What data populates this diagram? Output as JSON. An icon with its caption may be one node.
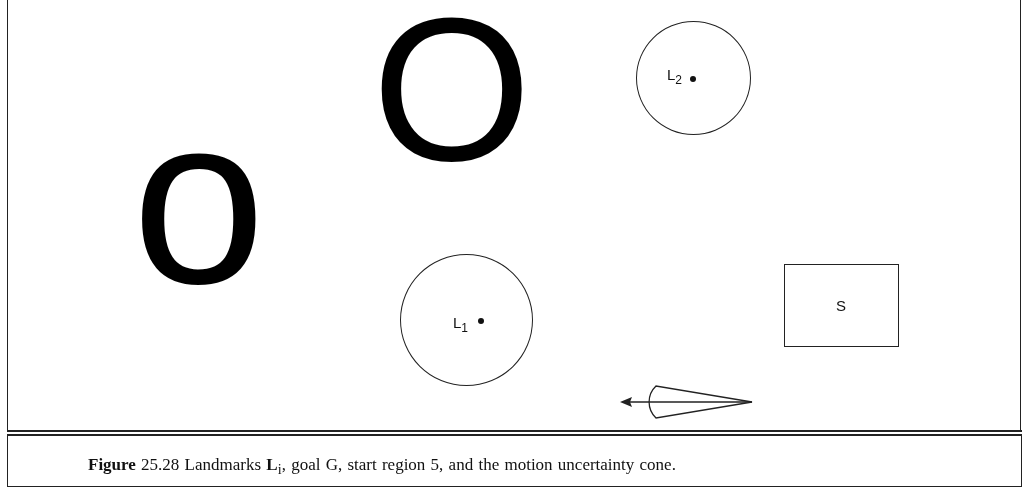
{
  "diagram": {
    "caption": "**Figure** 25.28 Landmarks **L**$_{i}$, goal G, start region 5, and the motion uncertainty cone.",
    "nodes": [
      {
        "text": [
          "L$_{2}$"
        ]
      },
      {
        "text": [
          "L$_{1}$"
        ]
      },
      {
        "text": [
          "S"
        ]
      }
    ],
    "labels": [
      "o",
      "O"
    ]
  }
}
